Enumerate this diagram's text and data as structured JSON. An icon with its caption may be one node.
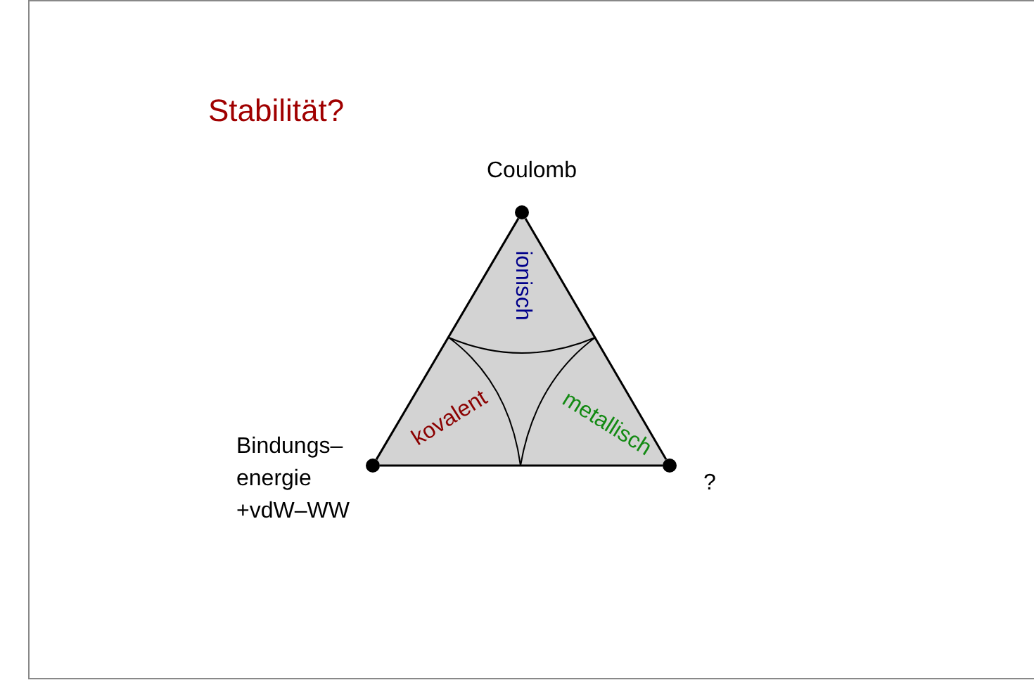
{
  "diagram": {
    "title": "Stabilität?",
    "nodes": [
      {
        "text": [],
        "shape": "circle",
        "beside": [
          "Coulomb"
        ]
      },
      {
        "text": [],
        "shape": "circle",
        "beside": [
          "Bindungs– energie +vdW–WW"
        ]
      },
      {
        "text": [],
        "shape": "circle",
        "beside": [
          "?"
        ]
      }
    ],
    "edges": [
      {
        "from": 0,
        "to": 1,
        "arrow": "none"
      },
      {
        "from": 1,
        "to": 2,
        "arrow": "none"
      },
      {
        "from": 2,
        "to": 0,
        "arrow": "none"
      }
    ],
    "labels": [
      "ionisch",
      "kovalent",
      "metallisch"
    ]
  }
}
